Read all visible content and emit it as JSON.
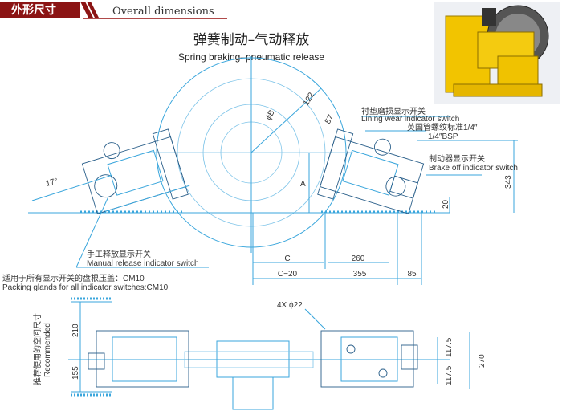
{
  "header": {
    "title_cn": "外形尺寸",
    "title_en": "Overall dimensions",
    "accent_color": "#8b1414"
  },
  "drawing": {
    "title_cn": "弹簧制动–气动释放",
    "title_en": "Spring braking–pneumatic release",
    "labels": {
      "lining_cn": "衬垫磨损显示开关",
      "lining_en": "Lining wear indicator switch",
      "bsp_cn": "英国管螺纹标准1/4″",
      "bsp_en": "1/4″BSP",
      "brakeoff_cn": "制动器显示开关",
      "brakeoff_en": "Brake off indicator switch",
      "manual_cn": "手工释放显示开关",
      "manual_en": "Manual release indicator switch",
      "packing_cn": "适用于所有显示开关的盘根压盖：CM10",
      "packing_en": "Packing glands for all indicator switches:CM10",
      "recommended_cn": "推荐使用的空间尺寸",
      "recommended_en": "Recommended"
    },
    "dimensions": {
      "phiB": "ϕB",
      "d122": "122",
      "d57": "57",
      "A": "A",
      "angle17": "17°",
      "d343": "343",
      "d20": "20",
      "C": "C",
      "d260": "260",
      "C20": "C−20",
      "d355": "355",
      "d85": "85",
      "holes": "4X ϕ22",
      "d210": "210",
      "d155": "155",
      "d117a": "117.5",
      "d117b": "117.5",
      "d270": "270"
    }
  },
  "photo": {
    "product_color": "#f2c400"
  }
}
